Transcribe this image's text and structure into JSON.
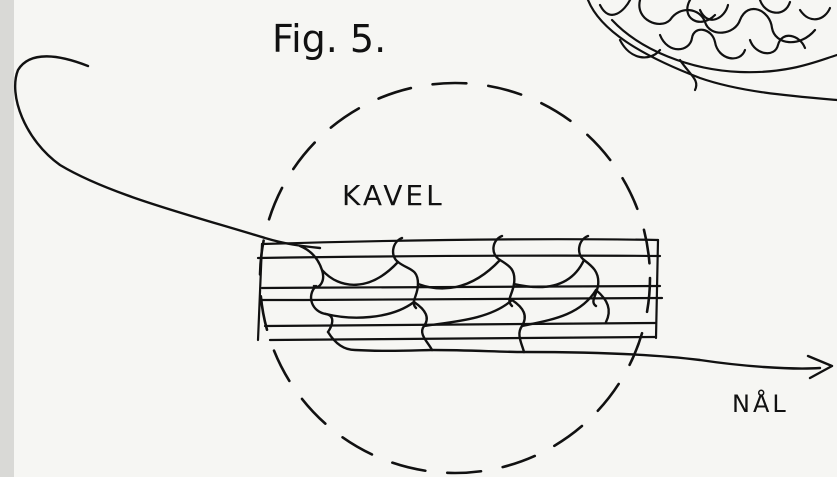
{
  "figure": {
    "caption": "Fig. 5.",
    "label_top": "KAVEL",
    "label_right": "NÅL"
  },
  "colors": {
    "paper": "#f6f6f3",
    "ink": "#111111"
  }
}
